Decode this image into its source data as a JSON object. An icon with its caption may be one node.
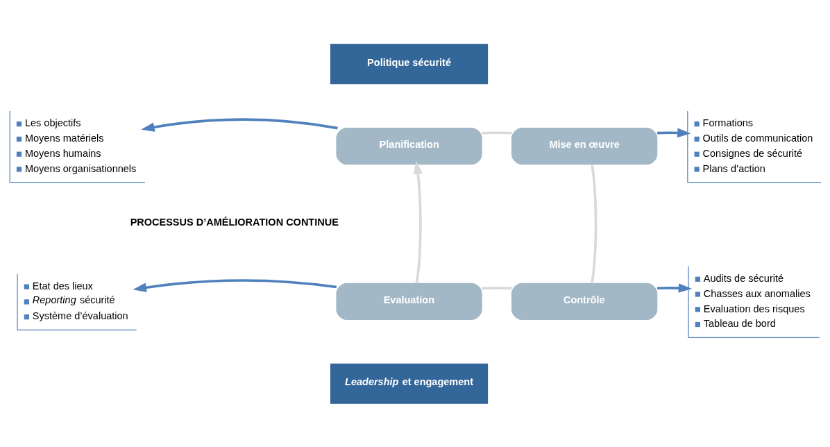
{
  "diagram": {
    "nodes": [
      {
        "text": [
          "Politique sécurité"
        ]
      },
      {
        "text": [
          "Les objectifs",
          "Moyens matériels",
          "Moyens humains",
          "Moyens organisationnels"
        ]
      },
      {
        "text": [
          "Planification"
        ]
      },
      {
        "text": [
          "Mise en œuvre"
        ]
      },
      {
        "text": [
          "Formations",
          "Outils de communication",
          "Consignes de sécurité",
          "Plans d’action"
        ]
      },
      {
        "text": [
          "Etat des lieux",
          "*Reporting* sécurité",
          "Système d’évaluation"
        ]
      },
      {
        "text": [
          "Evaluation"
        ]
      },
      {
        "text": [
          "Contrôle"
        ]
      },
      {
        "text": [
          "Audits de sécurité",
          "Chasses aux anomalies",
          "Evaluation des risques",
          "Tableau de bord"
        ]
      },
      {
        "text": [
          "*Leadership* et engagement"
        ]
      }
    ],
    "edges": [
      {
        "from": 2,
        "to": 1,
        "arrow": "to"
      },
      {
        "from": 3,
        "to": 4,
        "arrow": "to"
      },
      {
        "from": 6,
        "to": 5,
        "arrow": "to"
      },
      {
        "from": 7,
        "to": 8,
        "arrow": "to"
      },
      {
        "from": 2,
        "to": 3,
        "arrow": "none",
        "color": "#d9d9d9"
      },
      {
        "from": 3,
        "to": 7,
        "arrow": "none",
        "color": "#d9d9d9"
      },
      {
        "from": 7,
        "to": 6,
        "arrow": "none",
        "color": "#d9d9d9"
      },
      {
        "from": 6,
        "to": 2,
        "arrow": "to",
        "color": "#d9d9d9"
      }
    ],
    "labels": [
      "PROCESSUS D’AMÉLIORATION CONTINUE"
    ]
  }
}
